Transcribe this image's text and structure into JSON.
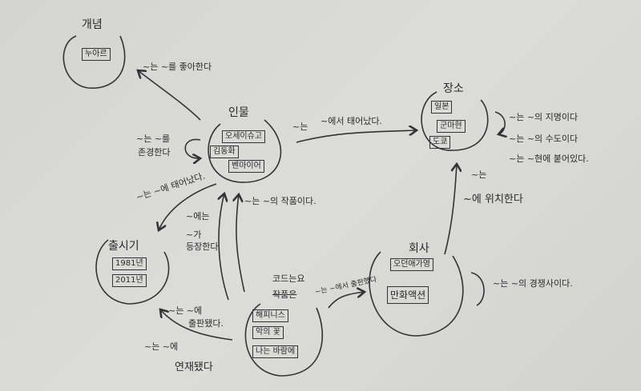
{
  "nodes": {
    "concept": {
      "title": "개념",
      "items": [
        "누아르"
      ]
    },
    "person": {
      "title": "인물",
      "items": [
        "오세이슈고",
        "김동화",
        "벤마이어"
      ]
    },
    "place": {
      "title": "장소",
      "items": [
        "일본",
        "군마현",
        "도쿄"
      ]
    },
    "period": {
      "title": "출시기",
      "items": [
        "1981년",
        "2011년"
      ]
    },
    "company": {
      "title": "회사",
      "items": [
        "오던애가영",
        "만화액션"
      ]
    },
    "work": {
      "title": "코드는요",
      "struck_title": "작품은",
      "items": [
        "해피니스",
        "악의 꽃",
        "나는 바람에"
      ]
    }
  },
  "edges": {
    "person_concept": "~는 ~를 좋아한다",
    "person_self": [
      "~는 ~를",
      "존경한다"
    ],
    "person_place": [
      "~는",
      "~에서 태어났다."
    ],
    "person_period": "~는 ~에 태어났다.",
    "work_person_1": [
      "~에는",
      "~가",
      "등장한다"
    ],
    "work_person_2": "~는 ~의 작품이다.",
    "work_period_1": [
      "~는 ~에",
      "출판됐다."
    ],
    "work_period_2": [
      "~는 ~에",
      "연재됐다"
    ],
    "work_company": "~는 ~에서 출판했다",
    "company_place": [
      "~는",
      "~에 위치한다"
    ],
    "place_self": [
      "~는 ~의 지명이다",
      "~는 ~의 수도이다",
      "~는 ~현에 붙어있다."
    ],
    "company_self": "~는 ~의 경쟁사이다."
  }
}
